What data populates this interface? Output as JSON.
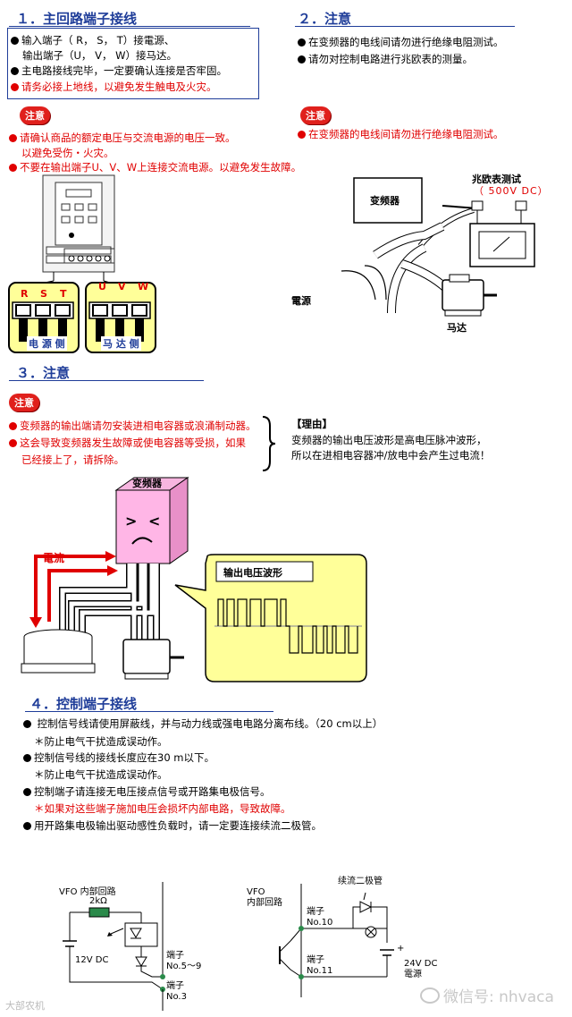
{
  "s1": {
    "title": "１．主回路端子接线",
    "l1": "输入端子（ R， S， T）接電源、",
    "l2": "输出端子（U， V， W）接马达。",
    "l3": "主电路接线完毕，一定要确认连接是否牢固。",
    "l4": "请务必接上地线，以避免发生触电及火灾。",
    "caution": "注意",
    "c1": "请确认商品的额定电压与交流电源的电压一致。",
    "c2": "以避免受伤・火灾。",
    "c3": "不要在输出端子U、V、W上连接交流电源。以避免发生故障。",
    "rst": [
      "R",
      "S",
      "T"
    ],
    "uvw": [
      "U",
      "V",
      "W"
    ],
    "power_side": "电 源 侧",
    "motor_side": "马 达 侧"
  },
  "s2": {
    "title": "２．注意",
    "l1": "在变频器的电线间请勿进行绝缘电阻测试。",
    "l2": "请勿对控制电路进行兆欧表的测量。",
    "caution": "注意",
    "c1": "在变频器的电线间请勿进行绝缘电阻测试。",
    "megger": "兆欧表测试",
    "megger_v": "（ 500V DC）",
    "inverter": "变频器",
    "power": "電源",
    "motor": "马达"
  },
  "s3": {
    "title": "３．注意",
    "caution": "注意",
    "c1": "变频器的输出端请勿安装进相电容器或浪涌制动器。",
    "c2": "这会导致变频器发生故障或使电容器等受损，如果",
    "c3": "已经接上了，请拆除。",
    "reason_title": "【理由】",
    "reason1": "变频器的输出电压波形是高电压脉冲波形，",
    "reason2": "所以在进相电容器冲/放电中会产生过电流！",
    "inverter": "变频器",
    "current": "電流",
    "waveform": "输出电压波形"
  },
  "s4": {
    "title": "４．控制端子接线",
    "l1": " 控制信号线请使用屏蔽线，并与动力线或强电电路分离布线。（20 cm以上）",
    "l1n": "＊防止电气干扰造成误动作。",
    "l2": "控制信号线的接线长度应在30 m以下。",
    "l2n": "＊防止电气干扰造成误动作。",
    "l3": "控制端子请连接无电压接点信号或开路集电极信号。",
    "l3n": "＊如果对这些端子施加电压会损坏内部电路，导致故障。",
    "l4": "用开路集电极输出驱动感性负载时，请一定要连接续流二极管。"
  },
  "circ1": {
    "title": "VFO 内部回路",
    "res": "2kΩ",
    "v": "12V DC",
    "t1": "端子",
    "t1n": "No.5～9",
    "t2": "端子",
    "t2n": "No.3"
  },
  "circ2": {
    "title1": "VFO",
    "title2": "内部回路",
    "diode": "续流二极管",
    "t1": "端子",
    "t1n": "No.10",
    "t2": "端子",
    "t2n": "No.11",
    "v": "24V DC",
    "src": "電源",
    "plus": "+",
    "minus": "－"
  },
  "footer": {
    "left": "大部农机",
    "right": "微信号: nhvaca"
  }
}
